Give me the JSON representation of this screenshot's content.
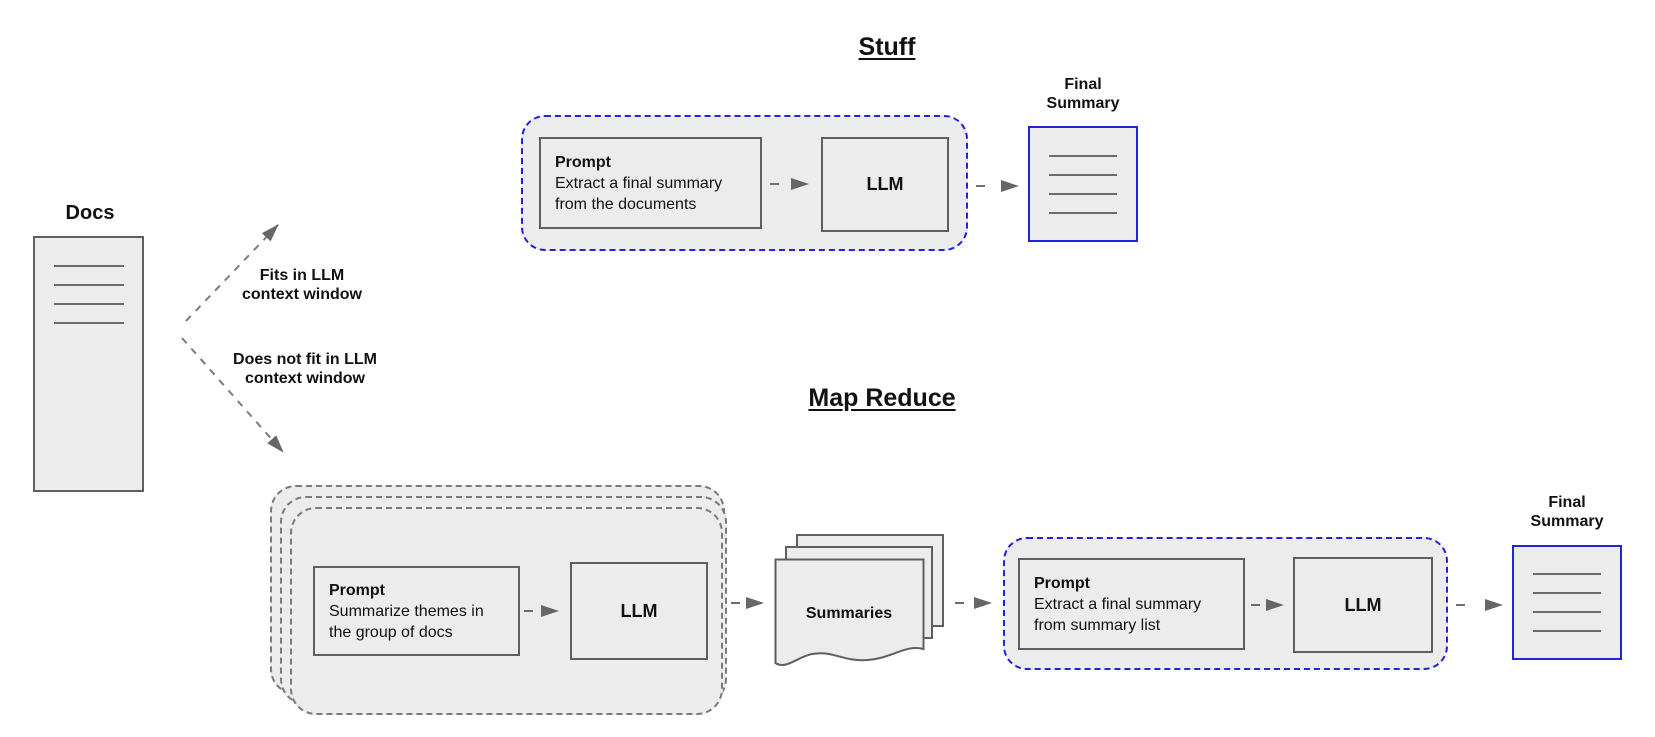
{
  "colors": {
    "accent_blue": "#2323d9",
    "fill_gray": "#ececec",
    "border_gray": "#5f5f5f",
    "arrow_gray": "#6e6e6e"
  },
  "docs": {
    "label": "Docs"
  },
  "branches": {
    "fits": {
      "line1": "Fits in LLM",
      "line2": "context window"
    },
    "not_fits": {
      "line1": "Does not fit in LLM",
      "line2": "context window"
    }
  },
  "stuff": {
    "title": "Stuff",
    "prompt_title": "Prompt",
    "prompt_body": "Extract a final summary from the documents",
    "llm_label": "LLM",
    "output_label_line1": "Final",
    "output_label_line2": "Summary"
  },
  "map_reduce": {
    "title": "Map Reduce",
    "map_prompt_title": "Prompt",
    "map_prompt_body": "Summarize themes in the group of docs",
    "map_llm_label": "LLM",
    "summaries_label": "Summaries",
    "reduce_prompt_title": "Prompt",
    "reduce_prompt_body": "Extract a final summary from summary list",
    "reduce_llm_label": "LLM",
    "output_label_line1": "Final",
    "output_label_line2": "Summary"
  }
}
